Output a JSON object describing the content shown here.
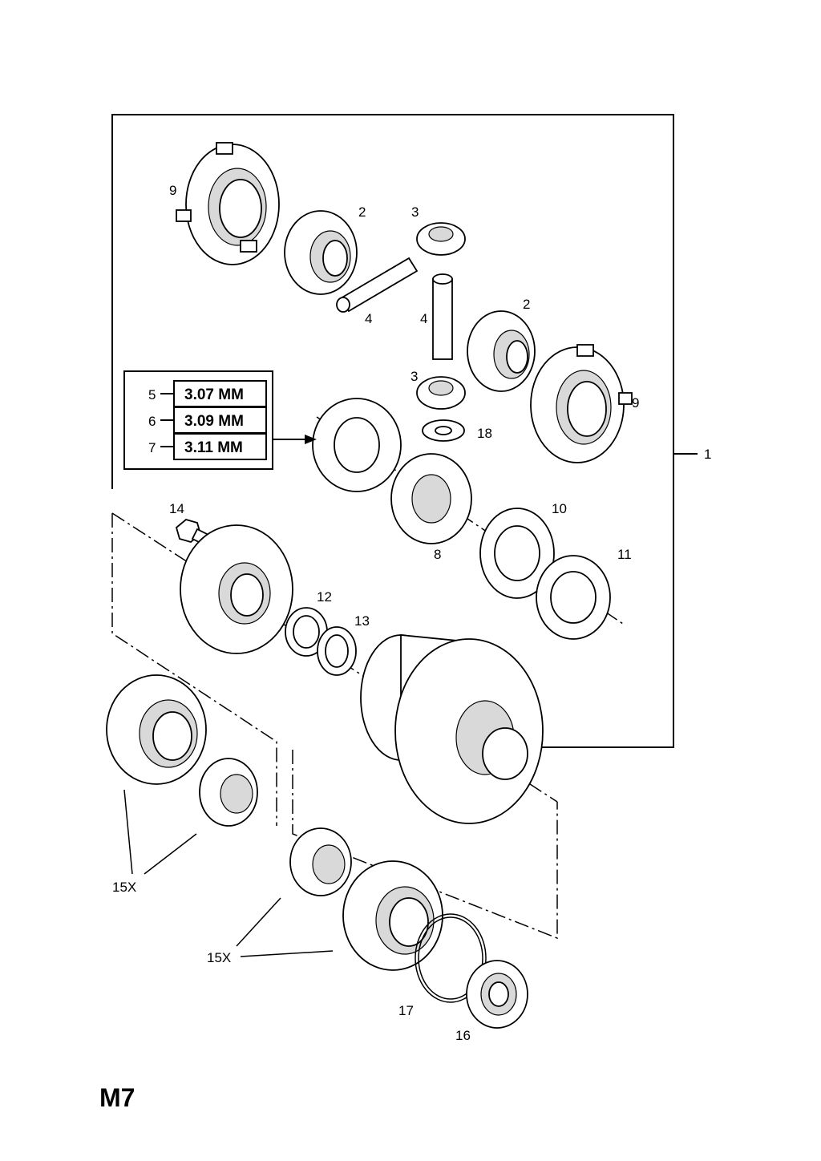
{
  "page_code": "M7",
  "callouts": {
    "c1": "1",
    "c2a": "2",
    "c2b": "2",
    "c3a": "3",
    "c3b": "3",
    "c4a": "4",
    "c4b": "4",
    "c8": "8",
    "c9a": "9",
    "c9b": "9",
    "c10": "10",
    "c11": "11",
    "c12": "12",
    "c13": "13",
    "c14": "14",
    "c15a": "15X",
    "c15b": "15X",
    "c16": "16",
    "c17": "17",
    "c18": "18"
  },
  "shim_table": {
    "rows": [
      {
        "item": "5",
        "size": "3.07 MM"
      },
      {
        "item": "6",
        "size": "3.09 MM"
      },
      {
        "item": "7",
        "size": "3.11 MM"
      }
    ]
  }
}
